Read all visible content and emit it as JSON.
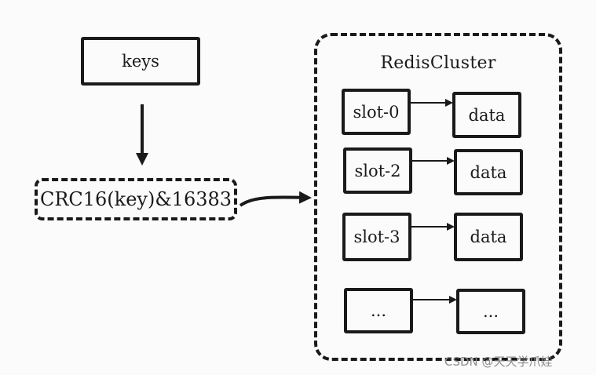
{
  "keys_label": "keys",
  "formula_label": "CRC16(key)&16383",
  "cluster_title": "RedisCluster",
  "rows": [
    {
      "slot": "slot-0",
      "data": "data"
    },
    {
      "slot": "slot-2",
      "data": "data"
    },
    {
      "slot": "slot-3",
      "data": "data"
    },
    {
      "slot": "...",
      "data": "..."
    }
  ],
  "watermark": "CSDN @天天学爪娃"
}
